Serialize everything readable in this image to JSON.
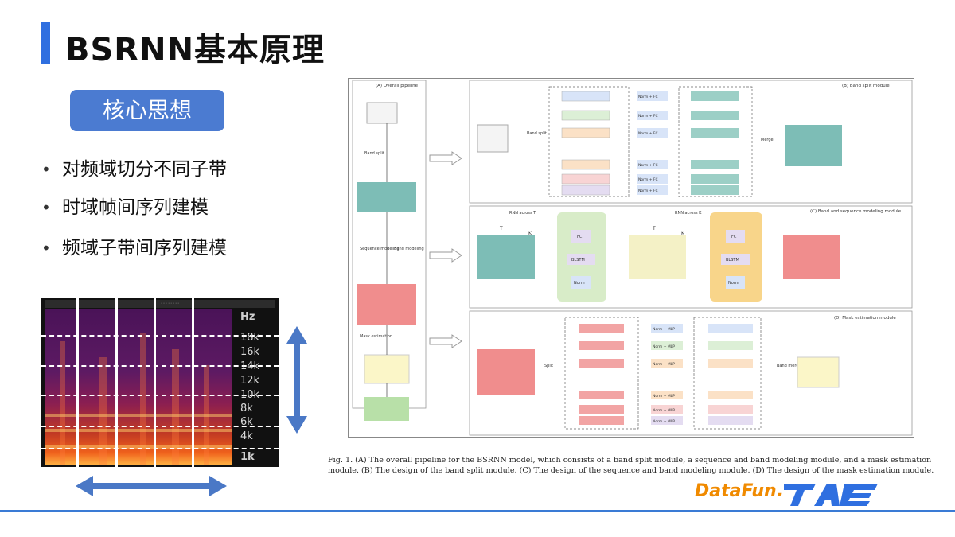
{
  "slide": {
    "title": "BSRNN基本原理",
    "idea_label": "核心思想",
    "bullets": [
      "对频域切分不同子带",
      "时域帧间序列建模",
      "频域子带间序列建模"
    ]
  },
  "spectrogram": {
    "dots": "::::::::",
    "freq_labels": [
      "Hz",
      "18k",
      "16k",
      "14k",
      "12k",
      "10k",
      "8k",
      "6k",
      "4k",
      "1k"
    ]
  },
  "figure": {
    "panel_a_title": "(A) Overall pipeline",
    "panel_b_title": "(B) Band split module",
    "panel_c_title": "(C) Band and sequence modeling module",
    "panel_d_title": "(D) Mask estimation module",
    "labels": {
      "band_split": "Band split",
      "sequence_modeling": "Sequence modeling",
      "band_modeling": "Band modeling",
      "mask_estimation": "Mask estimation",
      "merge": "Merge",
      "split": "Split",
      "band_merge": "Band merge",
      "rnn_across_t": "RNN across T",
      "rnn_across_k": "RNN across K",
      "norm_fc": "Norm + FC",
      "norm_mlp": "Norm + MLP",
      "fc": "FC",
      "blstm": "BLSTM",
      "norm": "Norm",
      "T": "T",
      "K": "K"
    },
    "caption": "Fig. 1.   (A) The overall pipeline for the BSRNN model, which consists of a band split module, a sequence and band modeling module, and a mask estimation module. (B) The design of the band split module. (C) The design of the sequence and band modeling module. (D) The design of the mask estimation module."
  },
  "logo": {
    "text": "DataFun."
  },
  "colors": {
    "accent": "#2f6fe0",
    "idea_box": "#4b7bd1",
    "logo": "#f08a00"
  }
}
